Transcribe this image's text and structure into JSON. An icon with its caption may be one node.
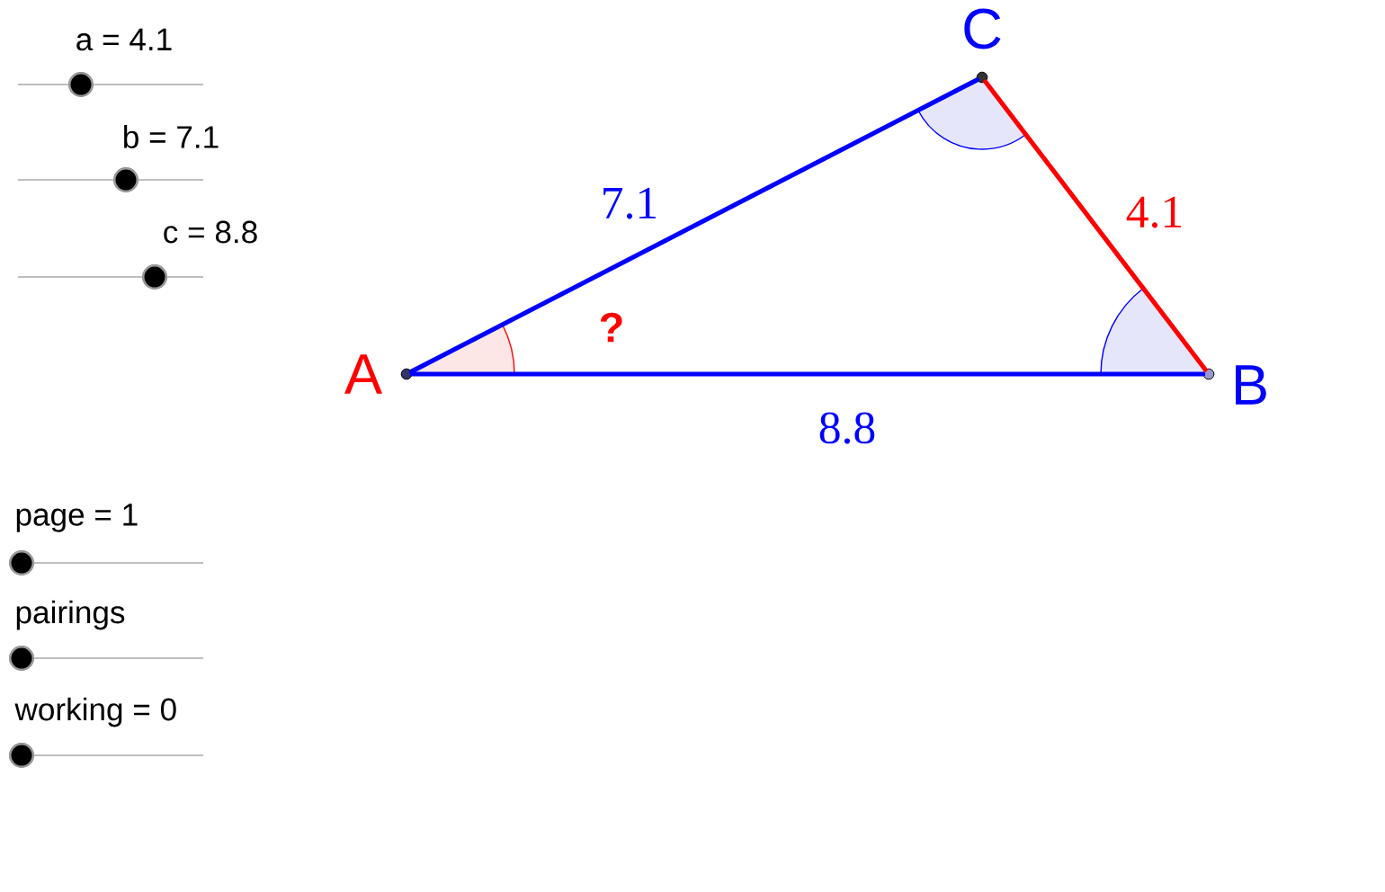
{
  "diagram": {
    "nodes": [
      {
        "text": [],
        "shape": "circle",
        "beside": [
          "A"
        ]
      },
      {
        "text": [],
        "shape": "circle",
        "beside": [
          "B"
        ]
      },
      {
        "text": [],
        "shape": "circle",
        "beside": [
          "C"
        ]
      }
    ],
    "edges": [
      {
        "from": 0,
        "to": 2,
        "arrow": "none",
        "label": "7.1"
      },
      {
        "from": 2,
        "to": 1,
        "arrow": "none",
        "label": "4.1",
        "color": "#ff0000"
      },
      {
        "from": 0,
        "to": 1,
        "arrow": "none",
        "label": "8.8"
      }
    ],
    "labels": [
      "a = 4.1",
      "b = 7.1",
      "c = 8.8",
      "?",
      "page = 1",
      "pairings",
      "working = 0"
    ]
  }
}
